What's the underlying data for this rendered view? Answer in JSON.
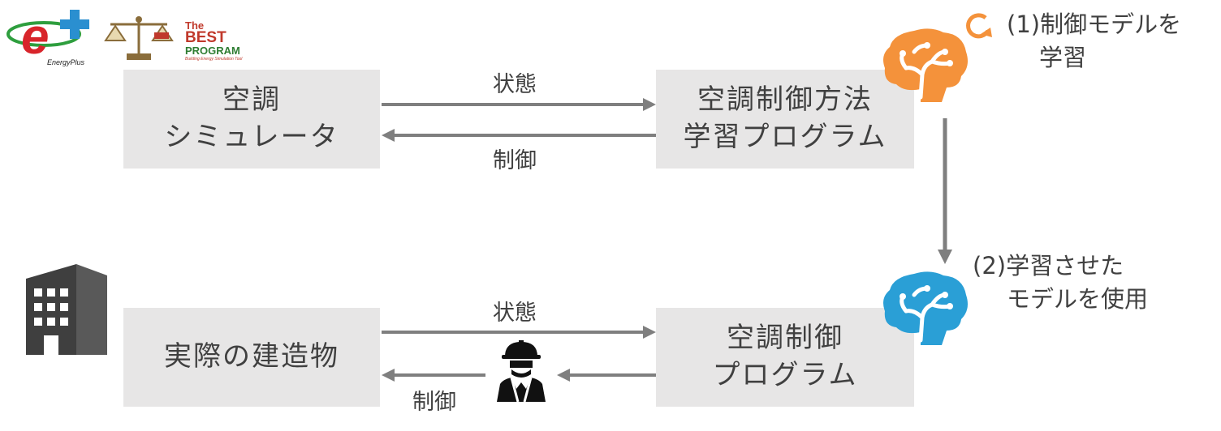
{
  "logos": {
    "energyplus_sub": "EnergyPlus",
    "best_the": "The",
    "best_best": "BEST",
    "best_program": "PROGRAM",
    "best_sub": "Building Energy Simulation Tool"
  },
  "top": {
    "simulator_line1": "空調",
    "simulator_line2": "シミュレータ",
    "learner_line1": "空調制御方法",
    "learner_line2": "学習プログラム",
    "state_label": "状態",
    "control_label": "制御"
  },
  "bottom": {
    "building_label": "実際の建造物",
    "controller_line1": "空調制御",
    "controller_line2": "プログラム",
    "state_label": "状態",
    "control_label": "制御"
  },
  "notes": {
    "learn_line1": "(1)制御モデルを",
    "learn_line2": "学習",
    "use_line1": "(2)学習させた",
    "use_line2": "モデルを使用"
  },
  "colors": {
    "box_fill": "#e7e6e6",
    "arrow": "#7f7f7f",
    "brain_orange": "#f4923b",
    "brain_blue": "#2a9fd6",
    "text": "#404040"
  }
}
